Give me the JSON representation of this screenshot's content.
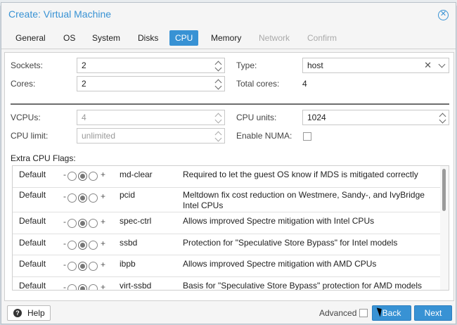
{
  "window": {
    "title": "Create: Virtual Machine"
  },
  "tabs": [
    {
      "label": "General",
      "state": "normal"
    },
    {
      "label": "OS",
      "state": "normal"
    },
    {
      "label": "System",
      "state": "normal"
    },
    {
      "label": "Disks",
      "state": "normal"
    },
    {
      "label": "CPU",
      "state": "active"
    },
    {
      "label": "Memory",
      "state": "normal"
    },
    {
      "label": "Network",
      "state": "disabled"
    },
    {
      "label": "Confirm",
      "state": "disabled"
    }
  ],
  "cpu": {
    "sockets_label": "Sockets:",
    "sockets_value": "2",
    "cores_label": "Cores:",
    "cores_value": "2",
    "type_label": "Type:",
    "type_value": "host",
    "total_cores_label": "Total cores:",
    "total_cores_value": "4",
    "vcpus_label": "VCPUs:",
    "vcpus_value": "4",
    "cpu_units_label": "CPU units:",
    "cpu_units_value": "1024",
    "cpu_limit_label": "CPU limit:",
    "cpu_limit_value": "unlimited",
    "numa_label": "Enable NUMA:"
  },
  "flags": {
    "title": "Extra CPU Flags:",
    "rows": [
      {
        "state": "Default",
        "minus": "-",
        "plus": "+",
        "name": "md-clear",
        "desc": "Required to let the guest OS know if MDS is mitigated correctly"
      },
      {
        "state": "Default",
        "minus": "-",
        "plus": "+",
        "name": "pcid",
        "desc": "Meltdown fix cost reduction on Westmere, Sandy-, and IvyBridge Intel CPUs"
      },
      {
        "state": "Default",
        "minus": "-",
        "plus": "+",
        "name": "spec-ctrl",
        "desc": "Allows improved Spectre mitigation with Intel CPUs"
      },
      {
        "state": "Default",
        "minus": "-",
        "plus": "+",
        "name": "ssbd",
        "desc": "Protection for \"Speculative Store Bypass\" for Intel models"
      },
      {
        "state": "Default",
        "minus": "-",
        "plus": "+",
        "name": "ibpb",
        "desc": "Allows improved Spectre mitigation with AMD CPUs"
      },
      {
        "state": "Default",
        "minus": "-",
        "plus": "+",
        "name": "virt-ssbd",
        "desc": "Basis for \"Speculative Store Bypass\" protection for AMD models"
      }
    ]
  },
  "footer": {
    "help_label": "Help",
    "advanced_label": "Advanced",
    "back_label": "Back",
    "next_label": "Next"
  },
  "colors": {
    "accent": "#3892d4"
  }
}
